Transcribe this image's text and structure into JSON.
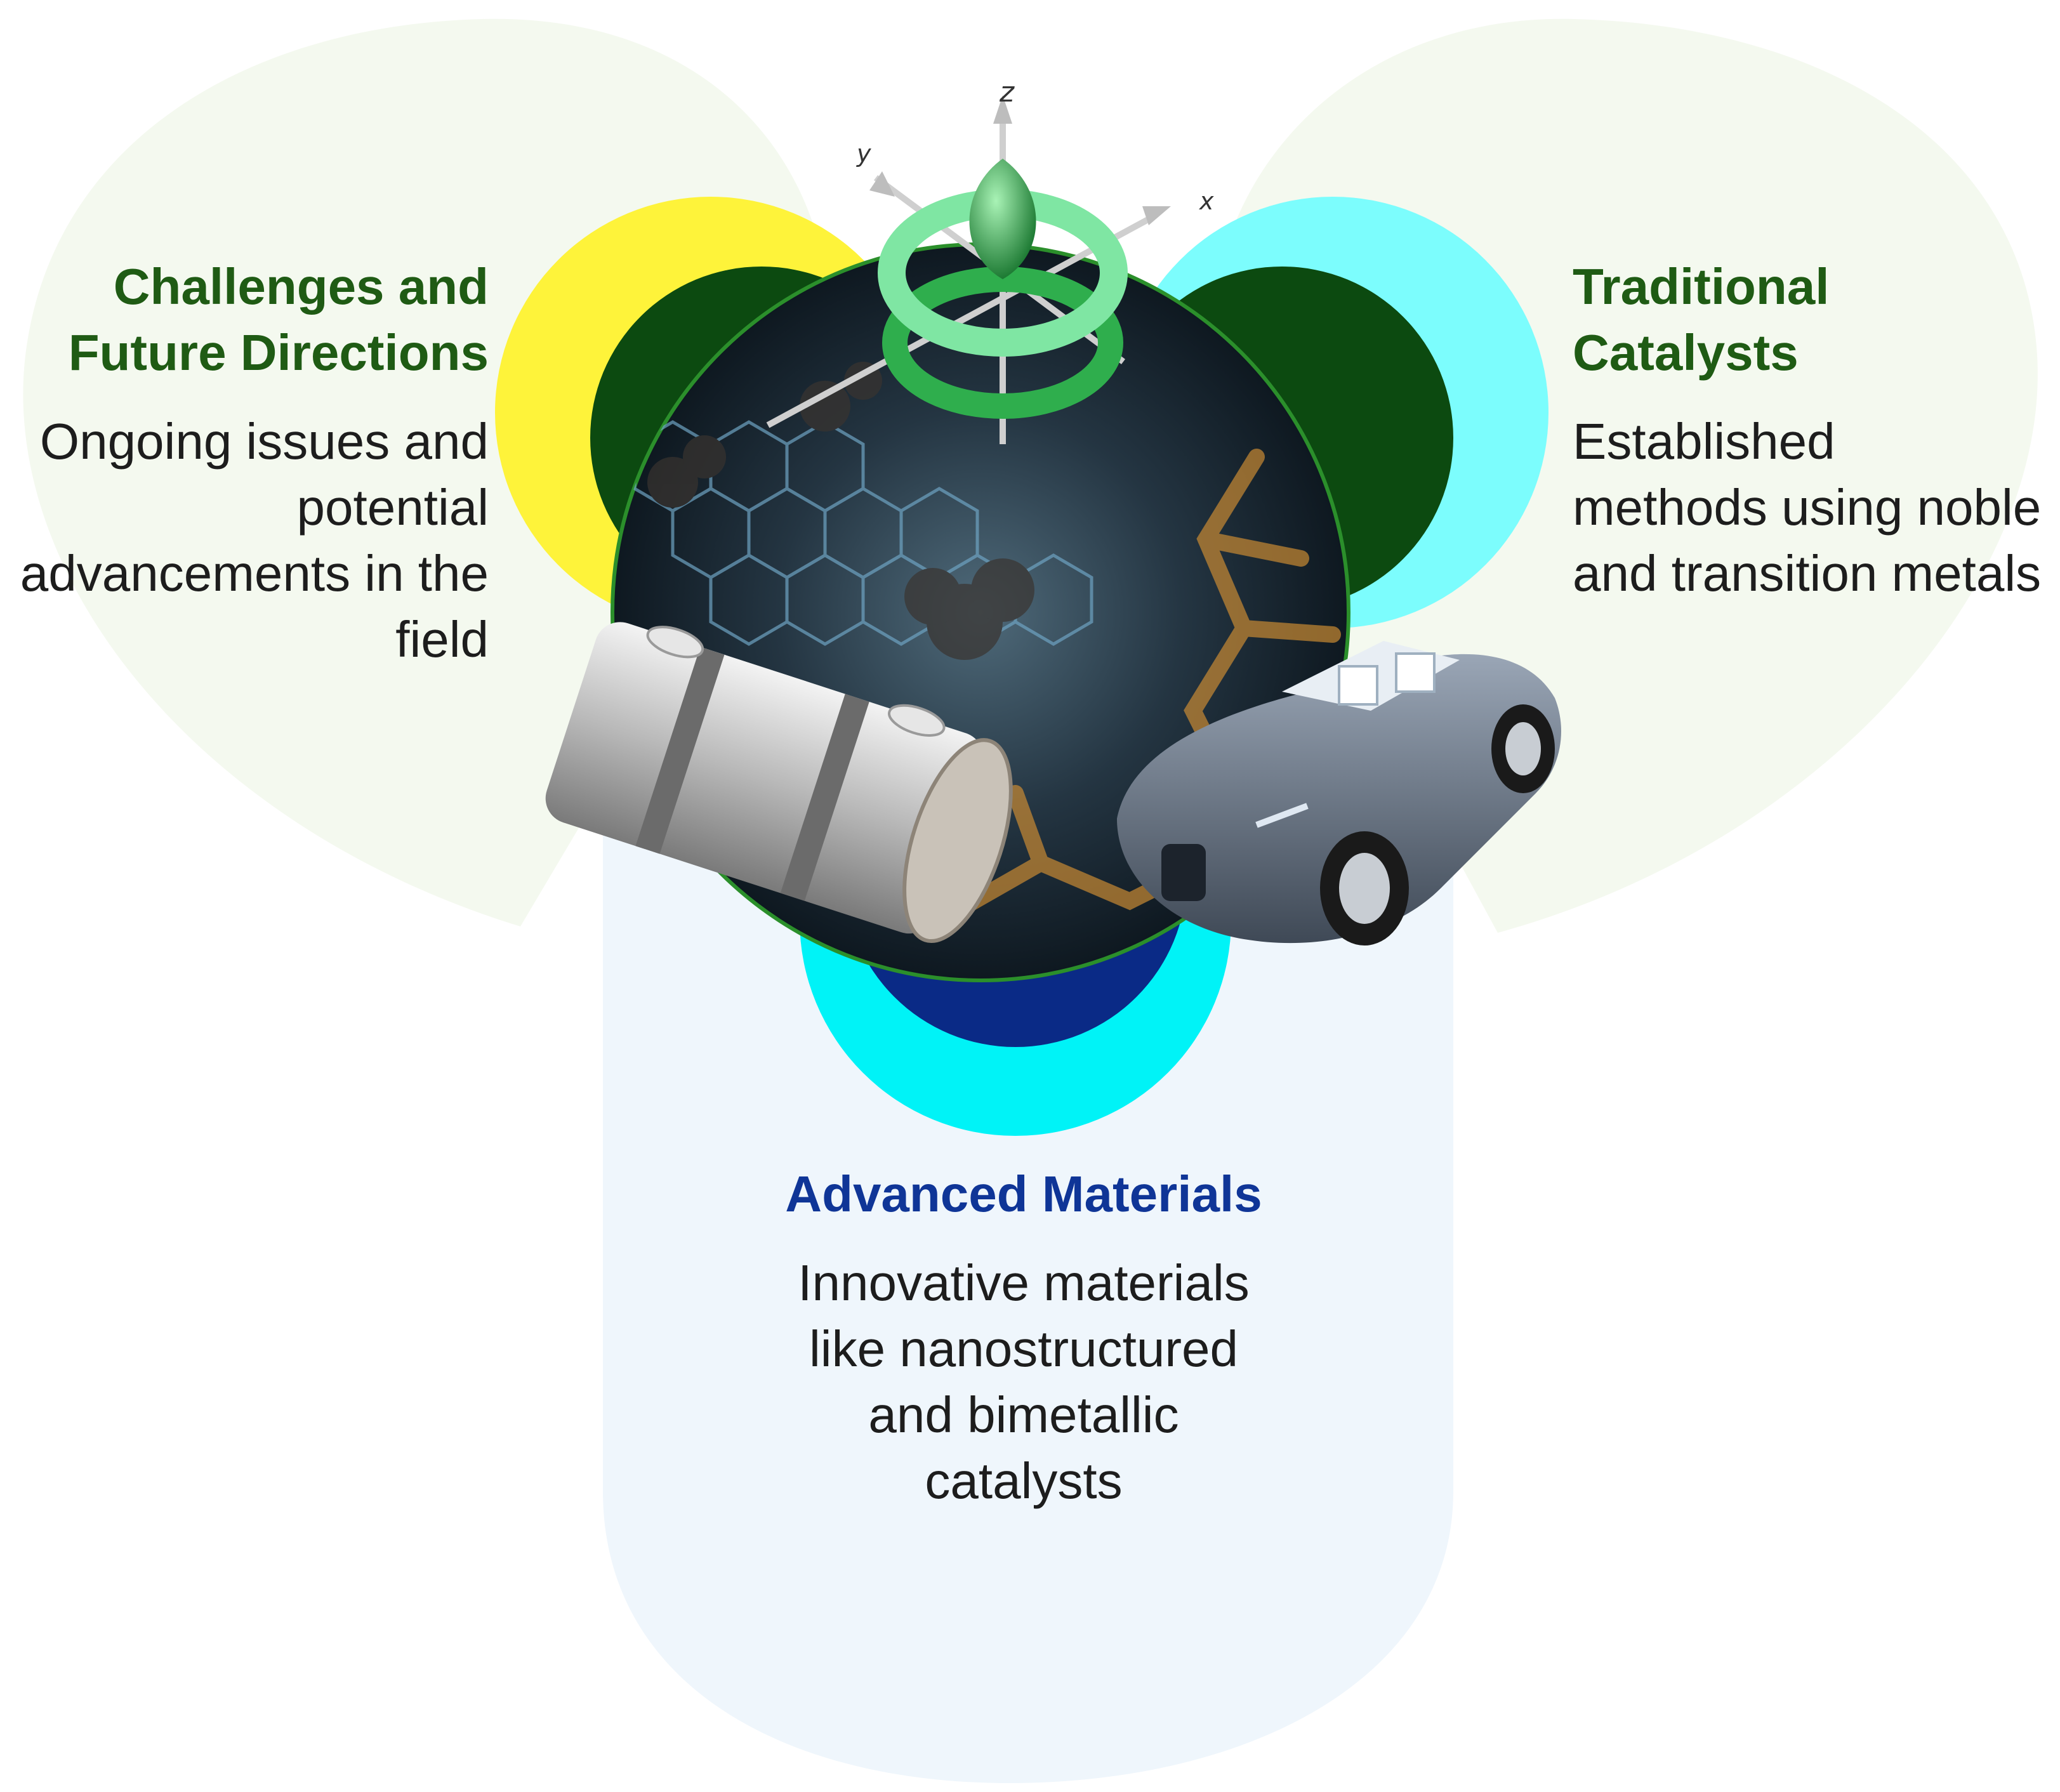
{
  "segments": [
    {
      "id": "challenges",
      "title": "Challenges and Future Directions",
      "description": "Ongoing issues and potential advancements in the field"
    },
    {
      "id": "traditional",
      "title": "Traditional Catalysts",
      "description": "Established methods using noble and transition metals"
    },
    {
      "id": "advanced",
      "title": "Advanced Materials",
      "description": "Innovative materials like nanostructured and bimetallic catalysts"
    }
  ],
  "axis_labels": {
    "z": "z",
    "y": "y",
    "x": "x"
  },
  "colors": {
    "petal_left": "#fef33a",
    "petal_right": "#7cfdfd",
    "petal_bottom": "#00f3f7",
    "inner_dark_green": "#0c4a10",
    "inner_dark_blue": "#0a2a86",
    "title_green": "#1f5b14",
    "title_blue": "#0f3597",
    "background_petal": "#f1f8ec"
  },
  "icons": [
    "orbital-model-icon",
    "fuel-tank-icon",
    "car-icon",
    "molecular-network-image"
  ]
}
